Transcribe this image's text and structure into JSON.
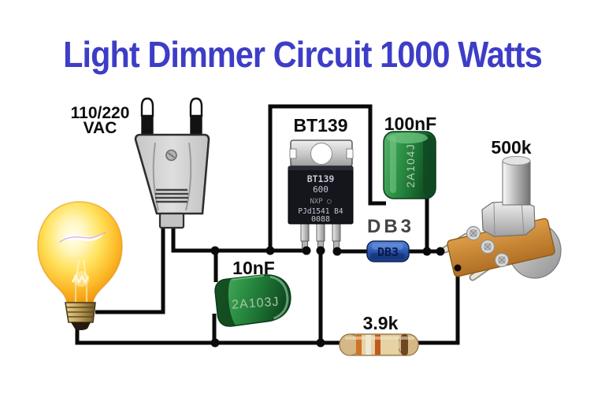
{
  "title": {
    "text": "Light Dimmer Circuit 1000 Watts",
    "color": "#3d3dc7"
  },
  "labels": {
    "source_voltage_line1": "110/220",
    "source_voltage_line2": "VAC",
    "triac": "BT139",
    "cap_100nf": "100nF",
    "potentiometer": "500k",
    "cap_10nf": "10nF",
    "diac": "DB3",
    "resistor": "3.9k"
  },
  "markings": {
    "triac_line1": "BT139",
    "triac_line2": "600",
    "triac_line3": "NXP ◯",
    "triac_line4": "PJd1541 B4",
    "triac_line5": "0088",
    "cap_100nf": "2A104J",
    "cap_10nf": "2A103J",
    "diac": "DB3"
  },
  "colors": {
    "title_blue": "#3d3dc7",
    "wire_black": "#0a0a0a",
    "capacitor_green": "#2f9447",
    "diac_blue": "#2a55b0",
    "pot_plate_orange": "#c98133",
    "bulb_glow_yellow": "#ffd84e",
    "plug_gray": "#d7d7d7",
    "resistor_beige": "#dcc191"
  }
}
